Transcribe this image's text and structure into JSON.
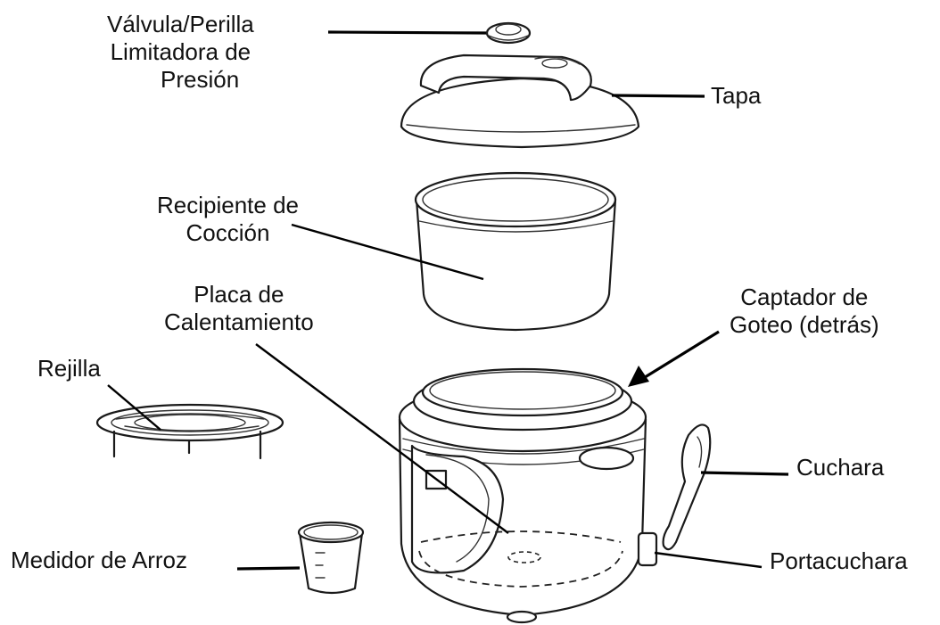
{
  "diagram": {
    "labels": {
      "valve": [
        "Válvula/Perilla",
        "Limitadora de",
        "Presión"
      ],
      "lid": "Tapa",
      "cooking_pot": [
        "Recipiente de",
        "Cocción"
      ],
      "heating_plate": [
        "Placa de",
        "Calentamiento"
      ],
      "drip_catcher": [
        "Captador de",
        "Goteo (detrás)"
      ],
      "rack": "Rejilla",
      "spoon": "Cuchara",
      "rice_measure": "Medidor de Arroz",
      "spoon_holder": "Portacuchara"
    }
  }
}
